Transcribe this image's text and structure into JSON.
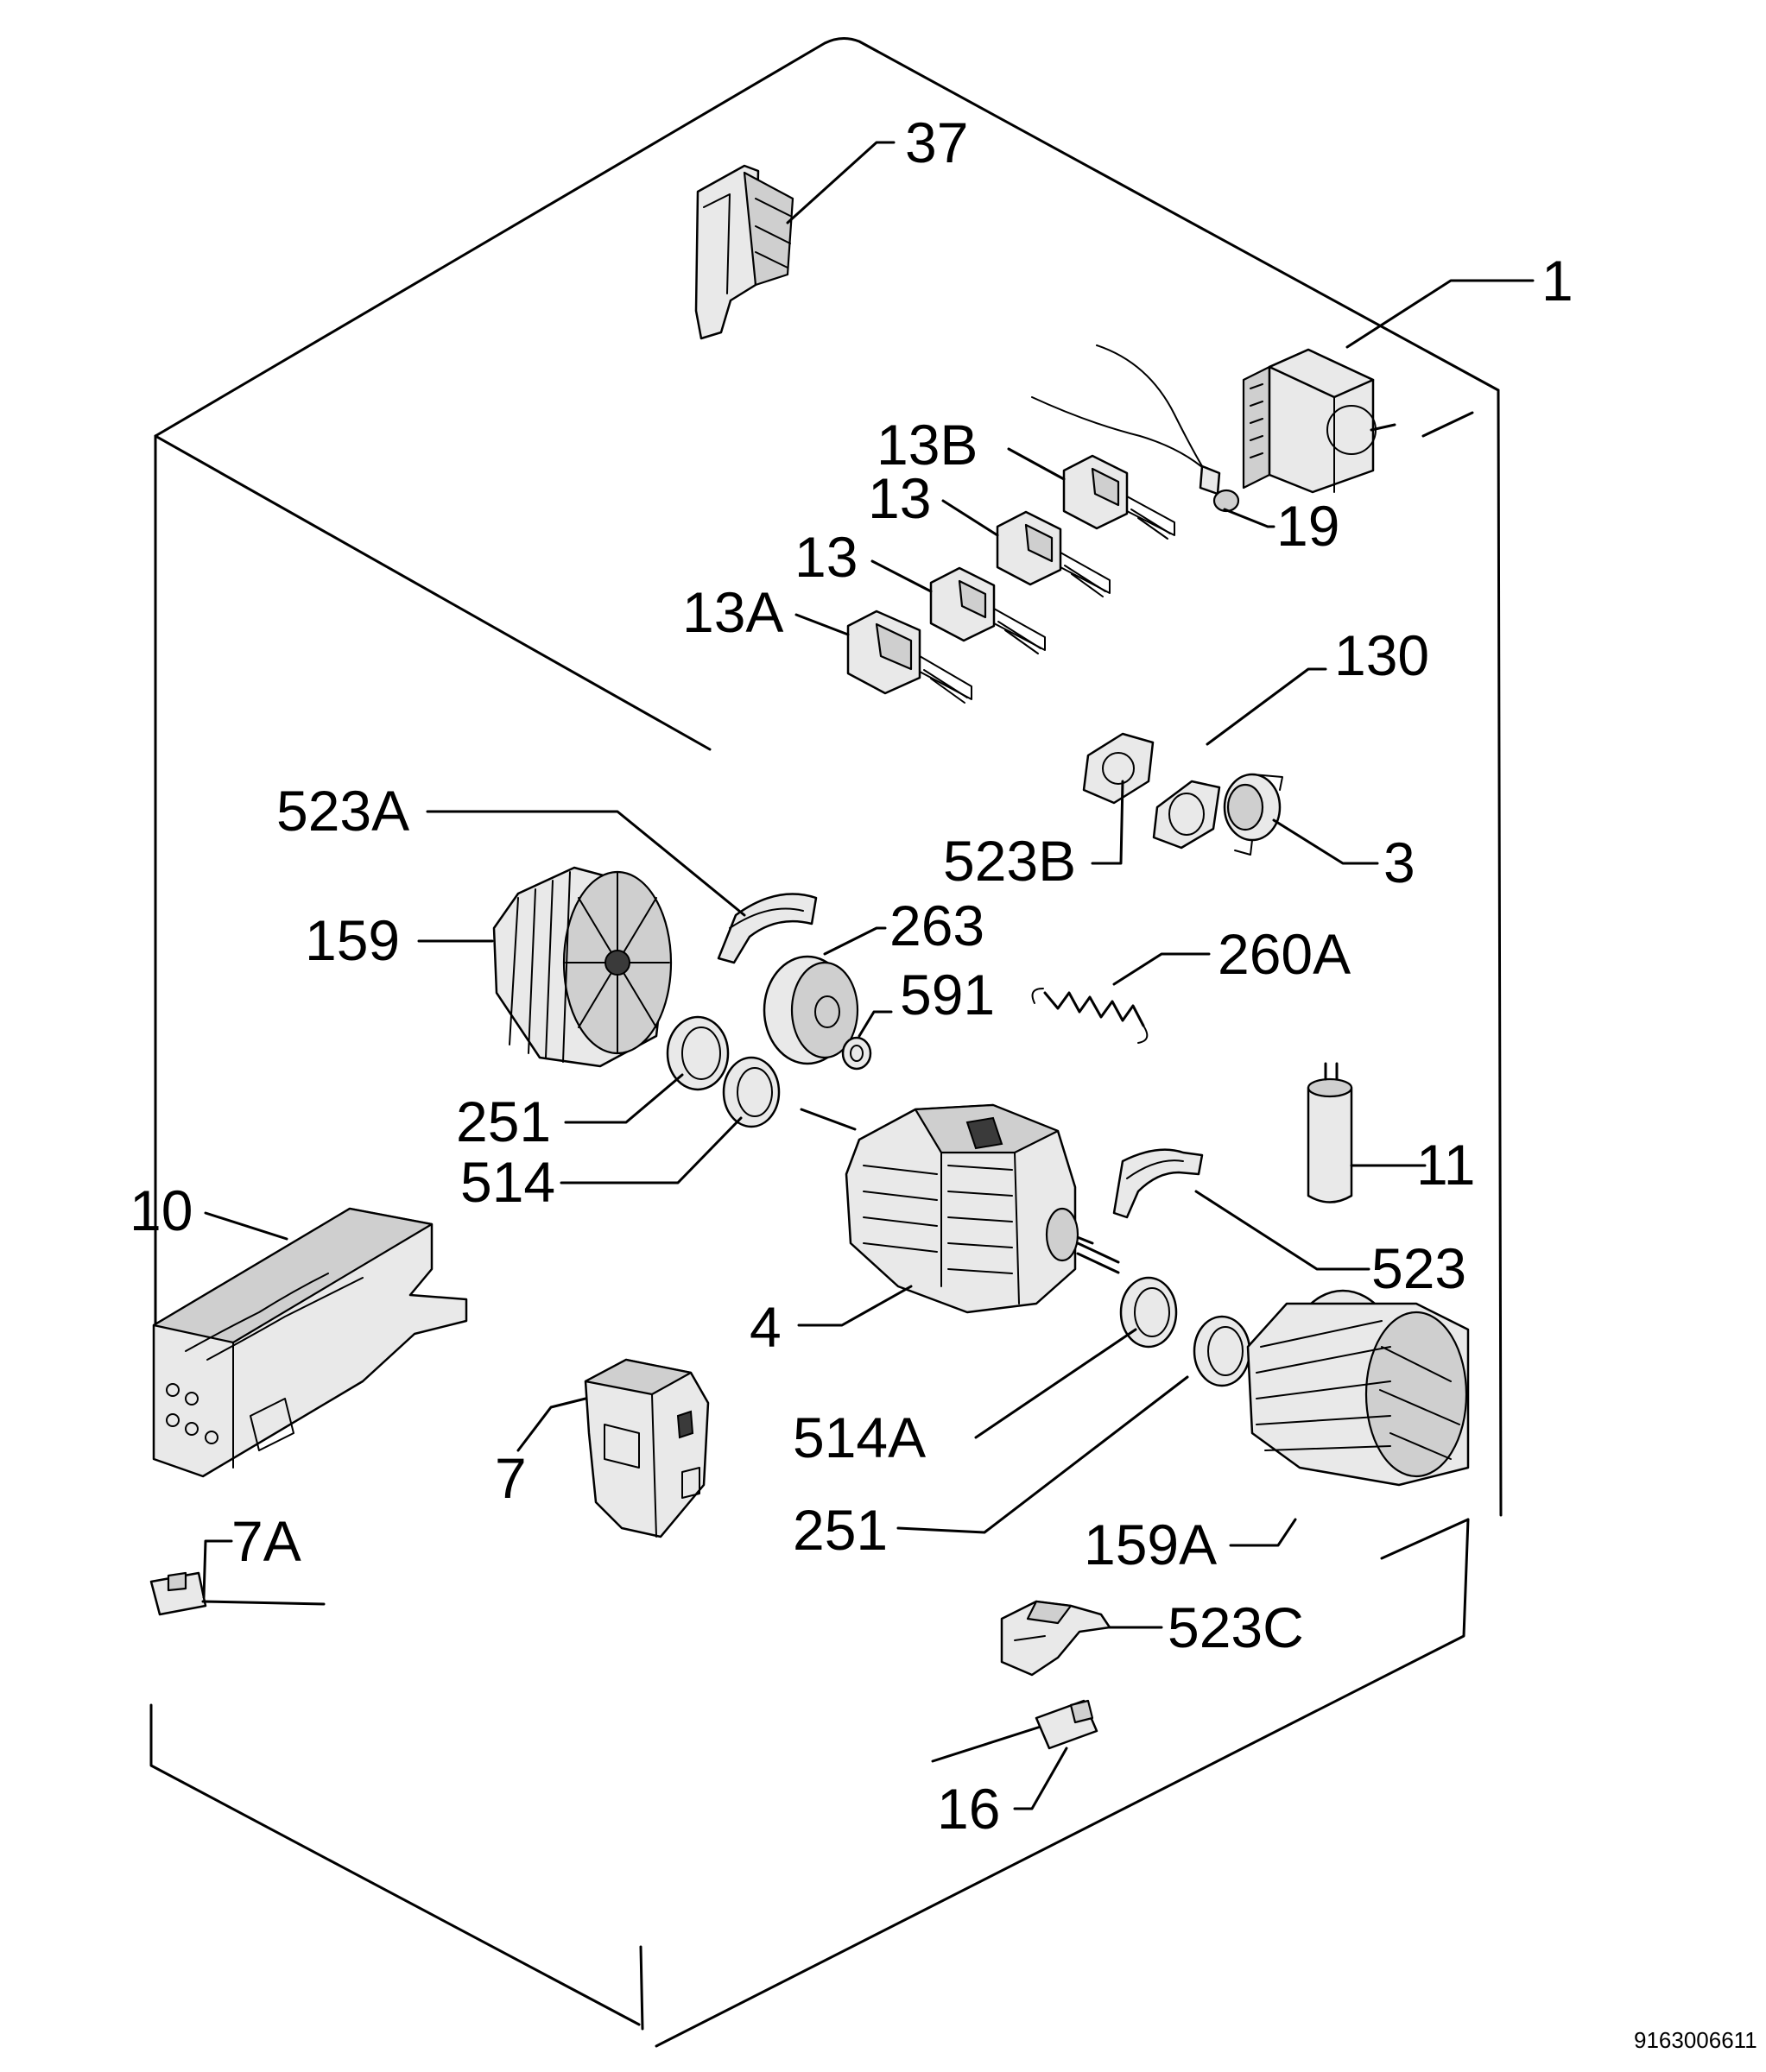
{
  "labels": {
    "p37": "37",
    "p1": "1",
    "p13B": "13B",
    "p13a": "13",
    "p13b": "13",
    "p13A": "13A",
    "p19": "19",
    "p130": "130",
    "p523B": "523B",
    "p3": "3",
    "p523A": "523A",
    "p159": "159",
    "p263": "263",
    "p260A": "260A",
    "p591": "591",
    "p251a": "251",
    "p514": "514",
    "p11": "11",
    "p10": "10",
    "p523": "523",
    "p4": "4",
    "p514A": "514A",
    "p7": "7",
    "p251b": "251",
    "p159A": "159A",
    "p7A": "7A",
    "p523C": "523C",
    "p16": "16"
  },
  "diagram_code": "9163006611"
}
